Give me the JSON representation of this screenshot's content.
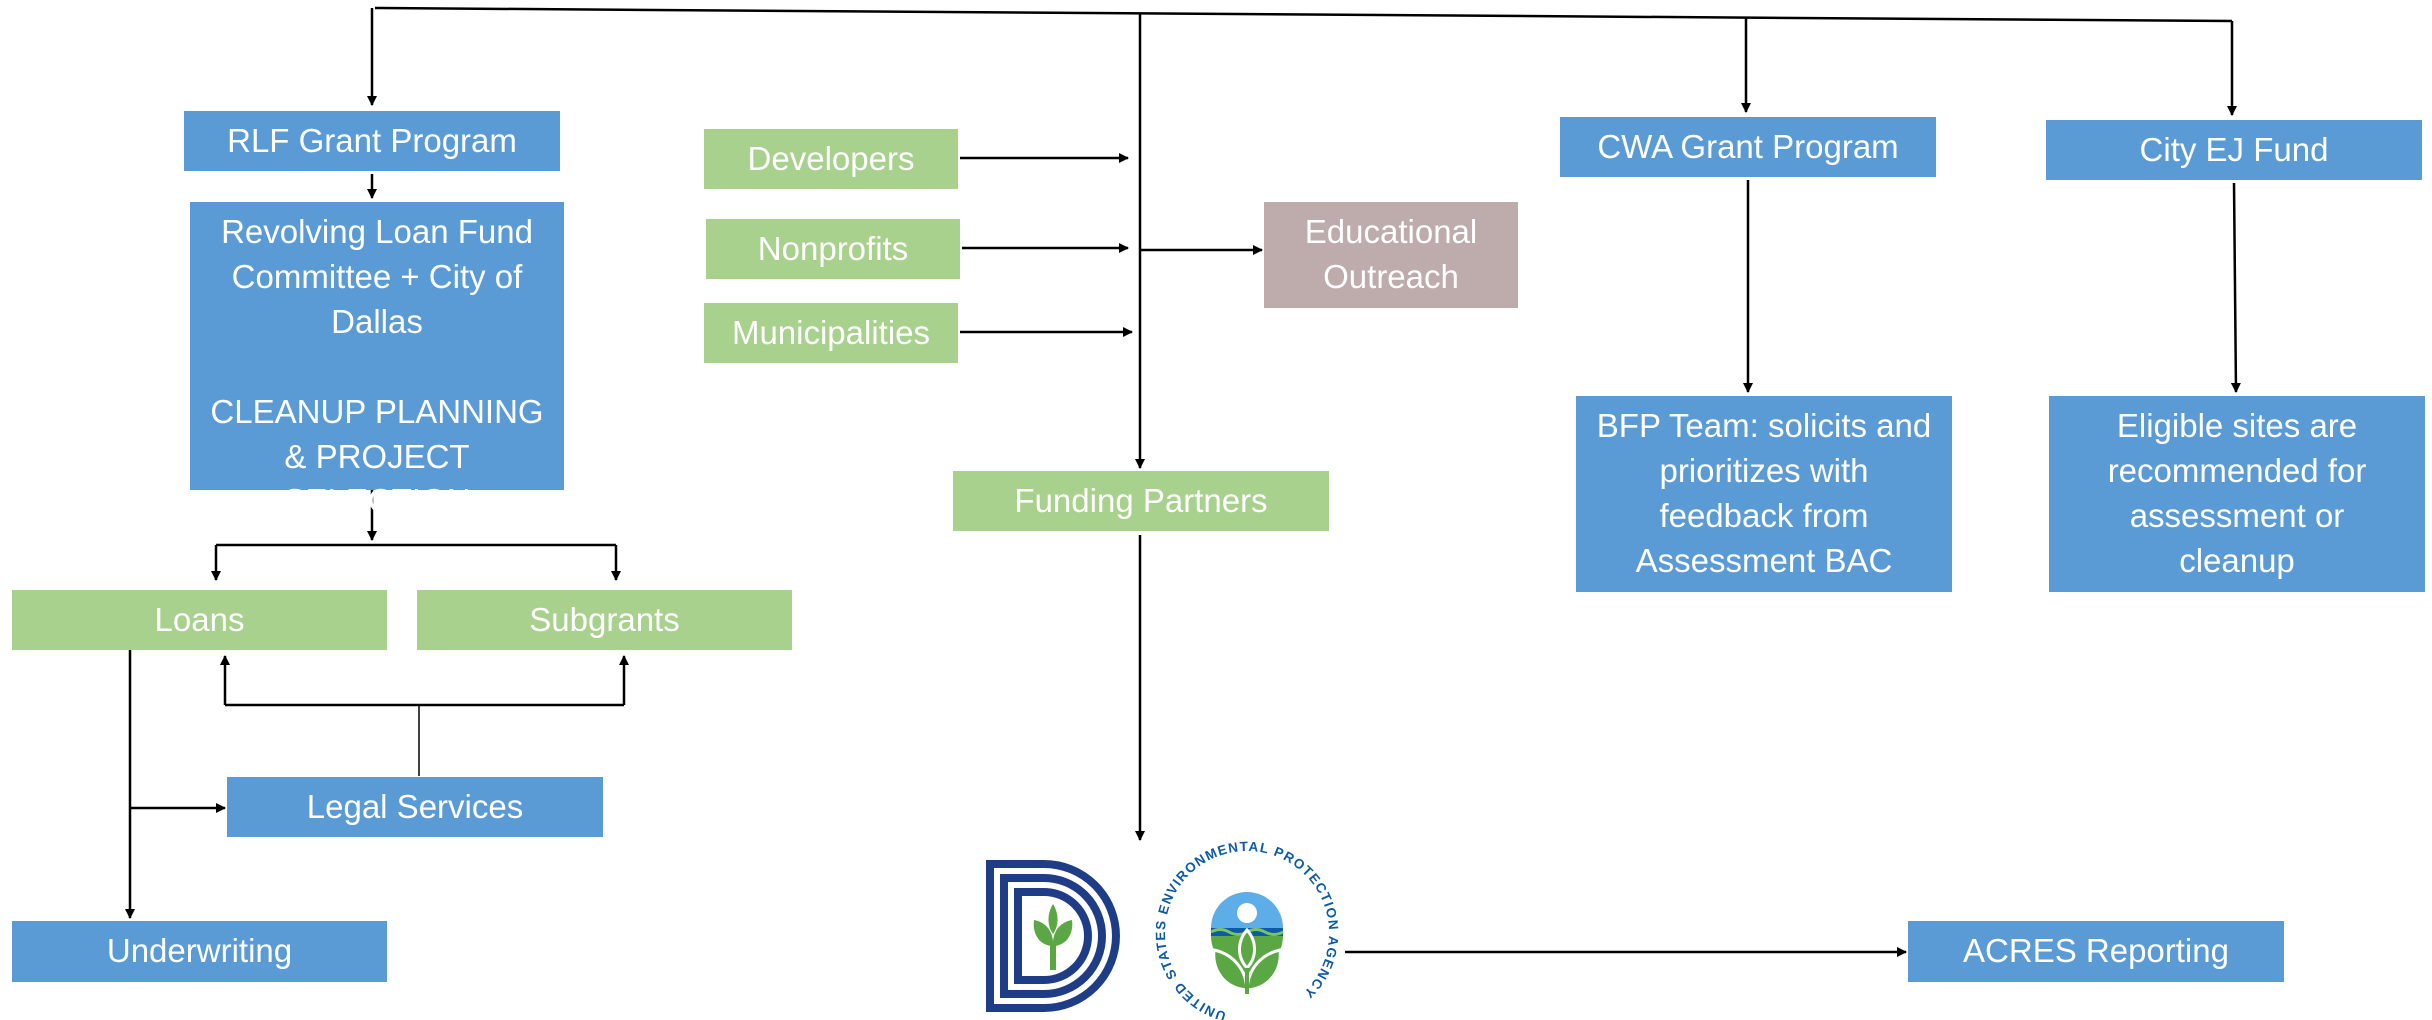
{
  "nodes": {
    "rlf_grant_program": "RLF Grant Program",
    "rlf_committee": {
      "lines": [
        "Revolving Loan Fund",
        "Committee + City of",
        "Dallas",
        "",
        "CLEANUP PLANNING",
        "& PROJECT SELECTION"
      ]
    },
    "loans": "Loans",
    "subgrants": "Subgrants",
    "legal_services": "Legal Services",
    "underwriting": "Underwriting",
    "developers": "Developers",
    "nonprofits": "Nonprofits",
    "municipalities": "Municipalities",
    "educational_outreach": {
      "lines": [
        "Educational",
        "Outreach"
      ]
    },
    "funding_partners": "Funding Partners",
    "cwa_grant_program": "CWA Grant Program",
    "bfp_team": {
      "lines": [
        "BFP Team: solicits and",
        "prioritizes with",
        "feedback from",
        "Assessment BAC"
      ]
    },
    "city_ej_fund": "City EJ Fund",
    "eligible_sites": {
      "lines": [
        "Eligible sites are",
        "recommended for",
        "assessment or",
        "cleanup"
      ]
    },
    "acres_reporting": "ACRES Reporting"
  },
  "logos": {
    "city_of_dallas": {
      "icon": "dallas-d-logo"
    },
    "epa_seal": {
      "icon": "epa-seal-logo",
      "ring_text": "UNITED STATES ENVIRONMENTAL PROTECTION AGENCY"
    }
  },
  "colors": {
    "blue": "#5b9bd5",
    "green": "#a9d18e",
    "rose": "#bdacab",
    "dallas_navy": "#1f3d87",
    "epa_blue": "#0d5aa7",
    "epa_green": "#5aa744"
  }
}
